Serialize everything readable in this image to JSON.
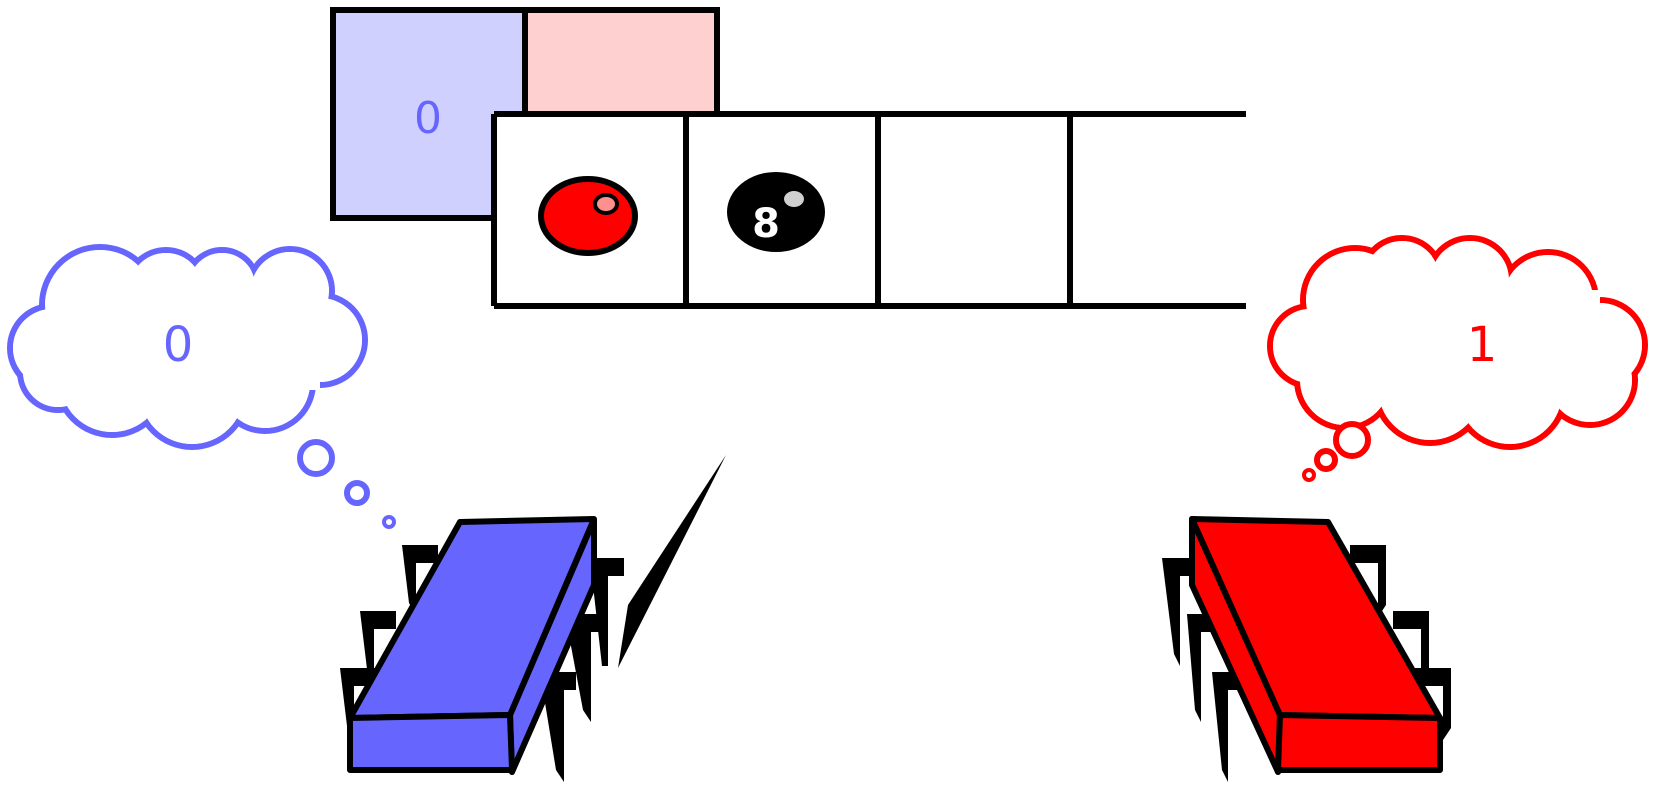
{
  "colors": {
    "blue": "#6666ff",
    "blue_light": "#d0d0ff",
    "red": "#ff0000",
    "red_light": "#ffd0d0",
    "black": "#000000",
    "white": "#ffffff"
  },
  "registers": {
    "blue_value": "0",
    "red_value": ""
  },
  "tape": {
    "cells": [
      {
        "content": "red-ball-icon",
        "label": ""
      },
      {
        "content": "eight-ball-icon",
        "label": "8"
      },
      {
        "content": "empty",
        "label": ""
      },
      {
        "content": "empty",
        "label": ""
      }
    ]
  },
  "thoughts": {
    "blue": "0",
    "red": "1"
  },
  "robots": {
    "blue": {
      "color": "blue",
      "icon": "blue-robot-icon"
    },
    "red": {
      "color": "red",
      "icon": "red-robot-icon"
    }
  }
}
